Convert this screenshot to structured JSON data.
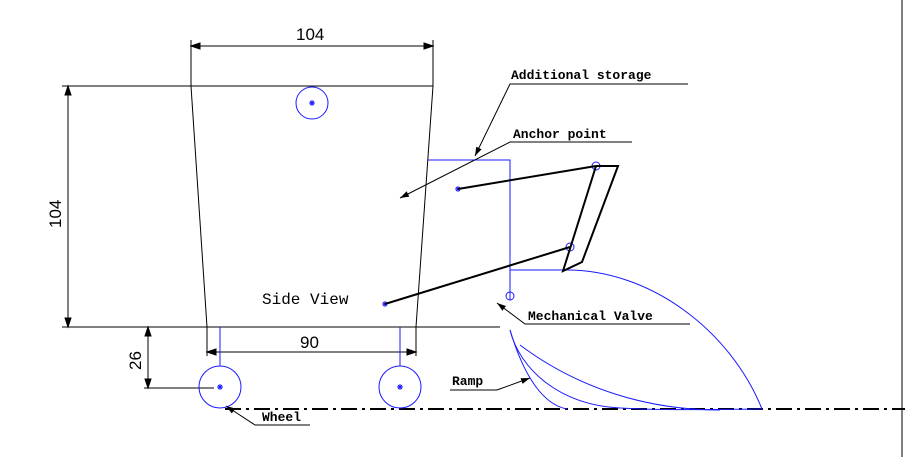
{
  "dimensions": {
    "top_width": "104",
    "height": "104",
    "bottom_width": "90",
    "wheel_offset": "26"
  },
  "labels": {
    "additional_storage": "Additional storage",
    "anchor_point": "Anchor point",
    "side_view": "Side View",
    "mechanical_valve": "Mechanical Valve",
    "ramp": "Ramp",
    "wheel": "Wheel"
  },
  "colors": {
    "outline": "#000000",
    "construction": "#1a1aff"
  }
}
